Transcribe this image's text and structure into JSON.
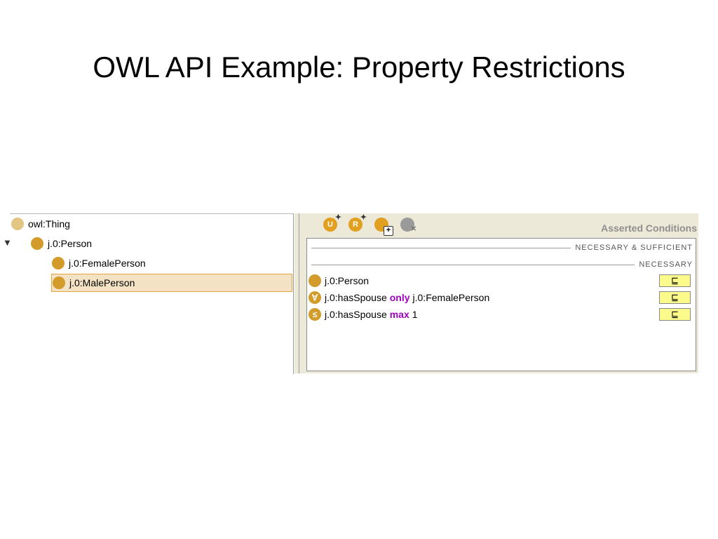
{
  "slide": {
    "title": "OWL API Example: Property Restrictions"
  },
  "tree": {
    "toggle_icon": "triangle-down-icon",
    "items": [
      {
        "label": "owl:Thing",
        "icon": "class-icon-pale"
      },
      {
        "label": "j.0:Person",
        "icon": "class-icon"
      },
      {
        "label": "j.0:FemalePerson",
        "icon": "class-icon"
      },
      {
        "label": "j.0:MalePerson",
        "icon": "class-icon",
        "selected": true
      }
    ]
  },
  "toolbar": {
    "buttons": [
      {
        "name": "create-union-icon",
        "glyph": "U"
      },
      {
        "name": "create-restriction-icon",
        "glyph": "R"
      },
      {
        "name": "add-named-class-icon",
        "glyph": ""
      },
      {
        "name": "remove-condition-icon",
        "glyph": ""
      }
    ],
    "panel_title": "Asserted Conditions"
  },
  "conditions": {
    "sections": [
      "NECESSARY & SUFFICIENT",
      "NECESSARY"
    ],
    "rows": [
      {
        "icon": "class-icon",
        "icon_glyph": "",
        "pre": "j.0:Person",
        "keyword": "",
        "post": "",
        "relation": "⊑"
      },
      {
        "icon": "forall-restriction-icon",
        "icon_glyph": "∀",
        "pre": "j.0:hasSpouse",
        "keyword": "only",
        "post": "j.0:FemalePerson",
        "relation": "⊑"
      },
      {
        "icon": "max-cardinality-icon",
        "icon_glyph": "≤",
        "pre": "j.0:hasSpouse",
        "keyword": "max",
        "post": "1",
        "relation": "⊑"
      }
    ]
  },
  "colors": {
    "class_gold": "#d39b2a",
    "class_pale": "#e3c584",
    "keyword_purple": "#a000c0",
    "panel_bg": "#ece9d8",
    "relation_box": "#fbfb8c"
  }
}
